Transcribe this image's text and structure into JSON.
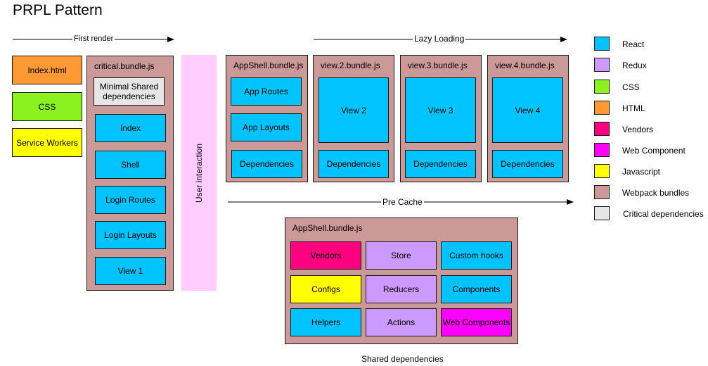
{
  "title": "PRPL Pattern",
  "arrows": {
    "first_render": "First render",
    "lazy_loading": "Lazy Loading",
    "pre_cache": "Pre Cache"
  },
  "left_column": {
    "index_html": "Index.html",
    "css": "CSS",
    "service_workers": "Service Workers"
  },
  "critical_bundle": {
    "title": "critical.bundle.js",
    "minimal_shared": "Minimal Shared dependencies",
    "index": "Index",
    "shell": "Shell",
    "login_routes": "Login Routes",
    "login_layouts": "Login Layouts",
    "view1": "View 1"
  },
  "user_interaction": "User interaction",
  "appshell_bundle": {
    "title": "AppShell.bundle.js",
    "app_routes": "App Routes",
    "app_layouts": "App Layouts",
    "dependencies": "Dependencies"
  },
  "view_bundles": [
    {
      "title": "view.2.bundle.js",
      "view": "View 2",
      "dependencies": "Dependencies"
    },
    {
      "title": "view.3.bundle.js",
      "view": "View 3",
      "dependencies": "Dependencies"
    },
    {
      "title": "view.4.bundle.js",
      "view": "View 4",
      "dependencies": "Dependencies"
    }
  ],
  "shared_bundle": {
    "title": "AppShell.bundle.js",
    "vendors": "Vendors",
    "store": "Store",
    "custom_hooks": "Custom hooks",
    "configs": "Configs",
    "reducers": "Reducers",
    "components": "Components",
    "helpers": "Helpers",
    "actions": "Actions",
    "web_components": "Web Components",
    "caption": "Shared dependencies"
  },
  "legend": [
    {
      "label": "React",
      "color": "#00c3ff"
    },
    {
      "label": "Redux",
      "color": "#cc99ff"
    },
    {
      "label": "CSS",
      "color": "#8cf21f"
    },
    {
      "label": "HTML",
      "color": "#ff9933"
    },
    {
      "label": "Vendors",
      "color": "#ff0080"
    },
    {
      "label": "Web Component",
      "color": "#ff00ff"
    },
    {
      "label": "Javascript",
      "color": "#ffff00"
    },
    {
      "label": "Webpack bundles",
      "color": "#cc9999"
    },
    {
      "label": "Critical dependencies",
      "color": "#e6e6e6"
    }
  ]
}
